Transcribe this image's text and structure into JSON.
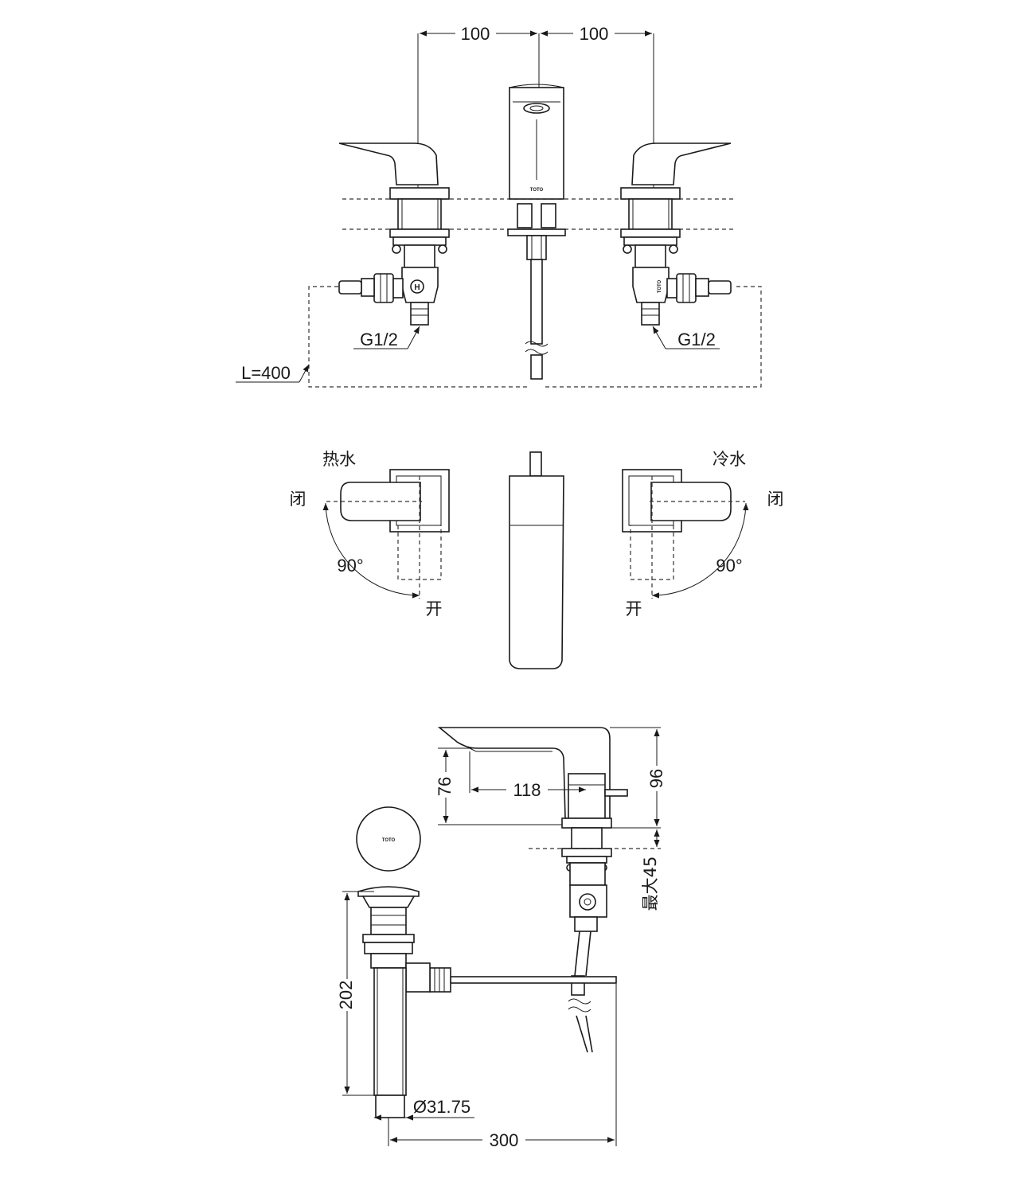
{
  "top_view": {
    "spacing_left": "100",
    "spacing_right": "100",
    "thread_left": "G1/2",
    "thread_right": "G1/2",
    "hose_length": "L=400",
    "hot_badge": "H",
    "brand_spout": "TOTO",
    "brand_valve": "TOTO"
  },
  "handle_view": {
    "hot_label": "热水",
    "cold_label": "冷水",
    "closed_left": "闭",
    "closed_right": "闭",
    "open_left": "开",
    "open_right": "开",
    "angle_left": "90°",
    "angle_right": "90°"
  },
  "side_view": {
    "height_total": "96",
    "height_outlet": "76",
    "reach": "118",
    "max_thickness": "最大45",
    "drain_height": "202",
    "drain_diameter": "Ø31.75",
    "drain_offset": "300",
    "brand_cap": "TOTO"
  }
}
